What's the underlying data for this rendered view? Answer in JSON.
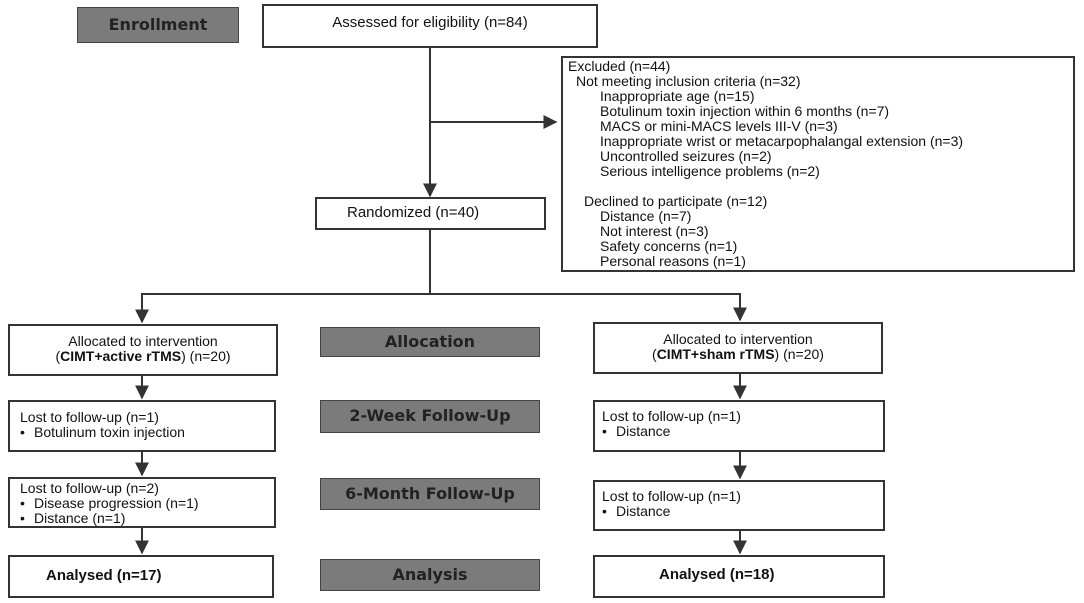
{
  "stages": {
    "enrollment": "Enrollment",
    "allocation": "Allocation",
    "followup_2w": "2-Week Follow-Up",
    "followup_6m": "6-Month Follow-Up",
    "analysis": "Analysis"
  },
  "assessed": "Assessed for eligibility (n=84)",
  "excluded": {
    "title": "Excluded (n=44)",
    "not_meeting": "Not meeting inclusion criteria (n=32)",
    "not_meeting_items": [
      "Inappropriate age (n=15)",
      "Botulinum toxin injection within 6 months (n=7)",
      "MACS or mini-MACS levels III-V (n=3)",
      "Inappropriate wrist or metacarpophalangal extension (n=3)",
      "Uncontrolled seizures (n=2)",
      "Serious intelligence problems (n=2)"
    ],
    "declined": "Declined to participate (n=12)",
    "declined_items": [
      "Distance (n=7)",
      "Not interest (n=3)",
      "Safety concerns (n=1)",
      "Personal reasons (n=1)"
    ]
  },
  "randomized": "Randomized (n=40)",
  "left_arm": {
    "allocated_line1": "Allocated to intervention",
    "allocated_group": "CIMT+active rTMS",
    "allocated_n": "(n=20)",
    "lost_2w_title": "Lost to follow-up (n=1)",
    "lost_2w_items": [
      "Botulinum toxin injection"
    ],
    "lost_6m_title": "Lost to follow-up (n=2)",
    "lost_6m_items": [
      "Disease progression (n=1)",
      "Distance (n=1)"
    ],
    "analysed": "Analysed (n=17)"
  },
  "right_arm": {
    "allocated_line1": "Allocated to intervention",
    "allocated_group": "CIMT+sham rTMS",
    "allocated_n": "(n=20)",
    "lost_2w_title": "Lost to follow-up (n=1)",
    "lost_2w_items": [
      "Distance"
    ],
    "lost_6m_title": "Lost to follow-up (n=1)",
    "lost_6m_items": [
      "Distance"
    ],
    "analysed": "Analysed (n=18)"
  },
  "bullet_char": "•"
}
